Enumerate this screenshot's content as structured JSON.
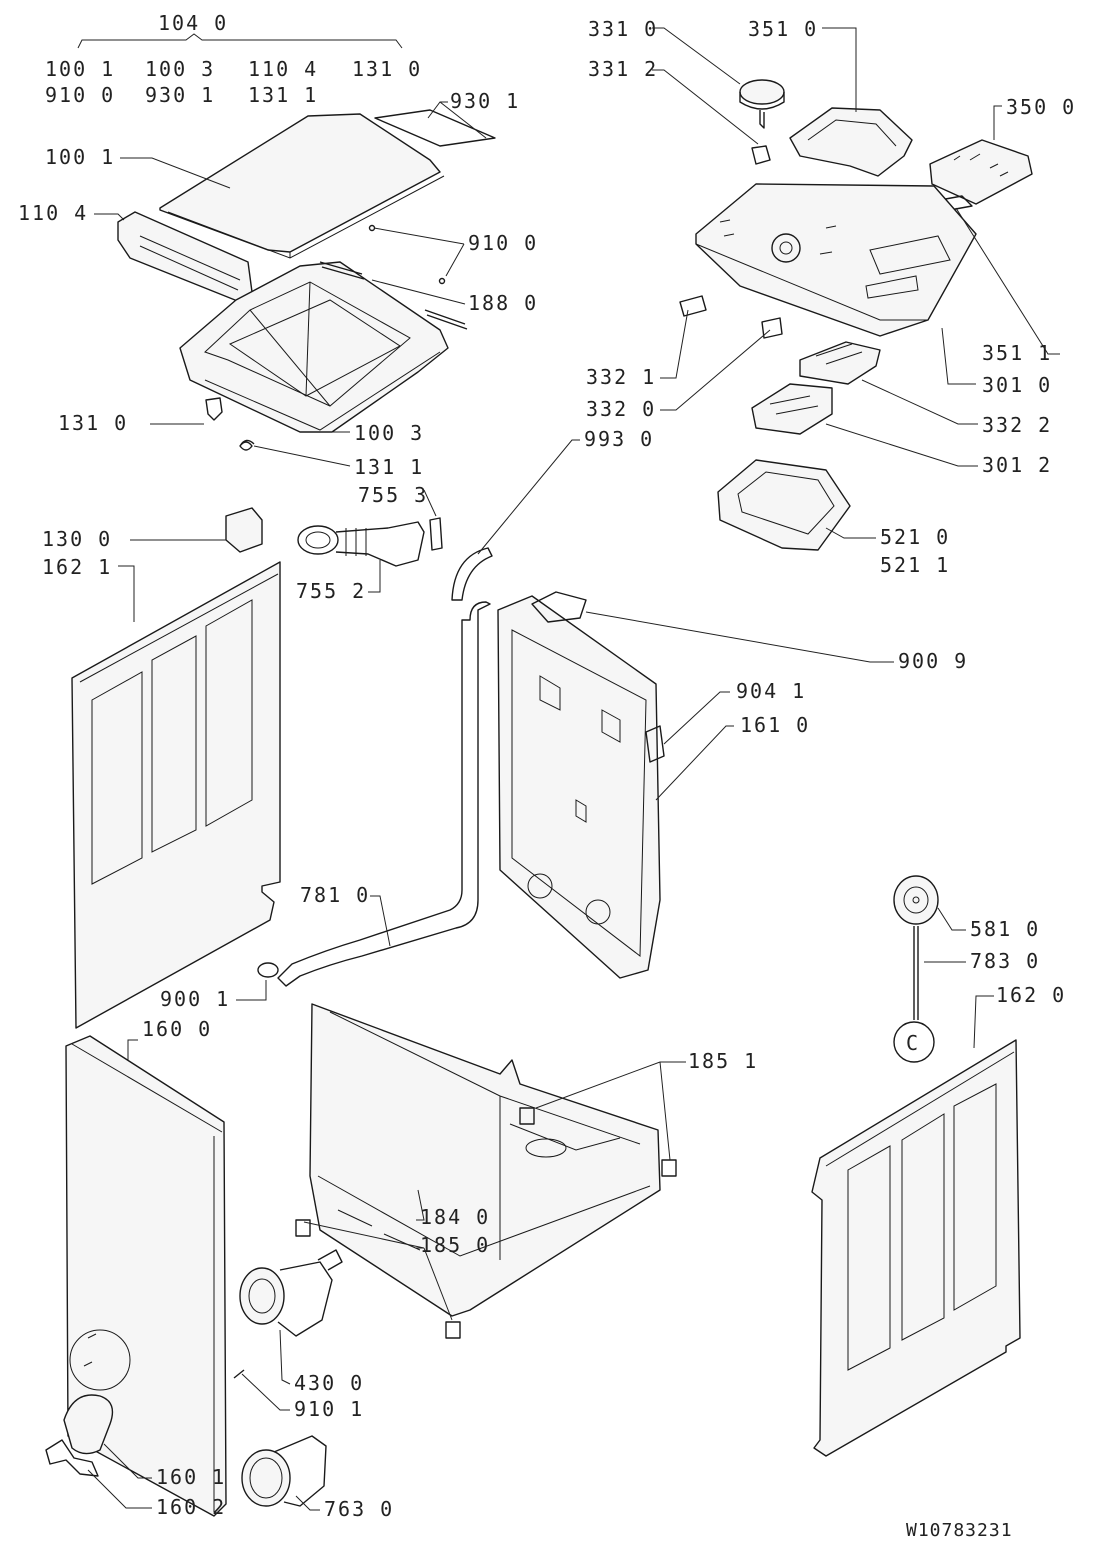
{
  "group_label": "104 0",
  "group_members": [
    [
      "100 1",
      "100 3",
      "110 4",
      "131 0"
    ],
    [
      "910 0",
      "930 1",
      "131 1"
    ]
  ],
  "drawing_number": "W10783231",
  "callouts": {
    "p9301_top": "930 1",
    "p1001": "100 1",
    "p1104": "110 4",
    "p9100": "910 0",
    "p1880": "188 0",
    "p1310": "131 0",
    "p1003": "100 3",
    "p1311": "131 1",
    "p7553": "755 3",
    "p1300": "130 0",
    "p1621": "162 1",
    "p7552": "755 2",
    "p3310": "331 0",
    "p3312": "331 2",
    "p3510": "351 0",
    "p3500": "350 0",
    "p3511": "351 1",
    "p3321": "332 1",
    "p3320": "332 0",
    "p3010": "301 0",
    "p3322": "332 2",
    "p9930": "993 0",
    "p3012": "301 2",
    "p5210": "521 0",
    "p5211": "521 1",
    "p9009": "900 9",
    "p9041": "904 1",
    "p1610": "161 0",
    "p7810": "781 0",
    "p9001": "900 1",
    "p1600": "160 0",
    "p5810": "581 0",
    "p7830": "783 0",
    "p1620": "162 0",
    "p1851": "185 1",
    "p1840": "184 0",
    "p1850": "185 0",
    "p4300": "430 0",
    "p9101": "910 1",
    "p1601": "160 1",
    "p1602": "160 2",
    "p7630": "763 0",
    "circle_c": "C"
  }
}
